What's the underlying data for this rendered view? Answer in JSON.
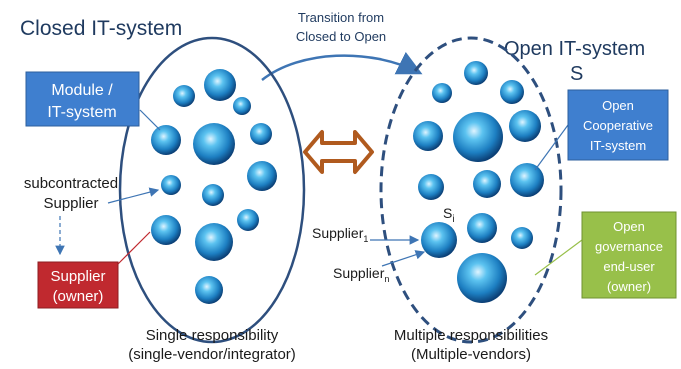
{
  "closed": {
    "title": "Closed IT-system",
    "caption_line1": "Single responsibility",
    "caption_line2": "(single-vendor/integrator)"
  },
  "open": {
    "title": "Open IT-system",
    "title_suffix": "S",
    "caption_line1": "Multiple responsibilities",
    "caption_line2": "(Multiple-vendors)"
  },
  "transition": {
    "line1": "Transition from",
    "line2": "Closed to Open"
  },
  "labels": {
    "module_line1": "Module /",
    "module_line2": "IT-system",
    "subcontracted_line1": "subcontracted",
    "subcontracted_line2": "Supplier",
    "supplier_owner_line1": "Supplier",
    "supplier_owner_line2": "(owner)",
    "open_coop_line1": "Open",
    "open_coop_line2": "Cooperative",
    "open_coop_line3": "IT-system",
    "open_gov_line1": "Open",
    "open_gov_line2": "governance",
    "open_gov_line3": "end-user",
    "open_gov_line4": "(owner)",
    "si_main": "S",
    "si_sub": "i",
    "supplier1_main": "Supplier",
    "supplier1_sub": "1",
    "suppliern_main": "Supplier",
    "suppliern_sub": "n"
  },
  "colors": {
    "ellipse_stroke": "#2e4f7e",
    "module_box": "#3f7fcf",
    "supplier_box": "#c0292f",
    "open_coop_box": "#3f7fcf",
    "open_gov_box": "#98c04a",
    "double_arrow": "#b05a1e",
    "transition_arrow": "#3e75b4"
  }
}
